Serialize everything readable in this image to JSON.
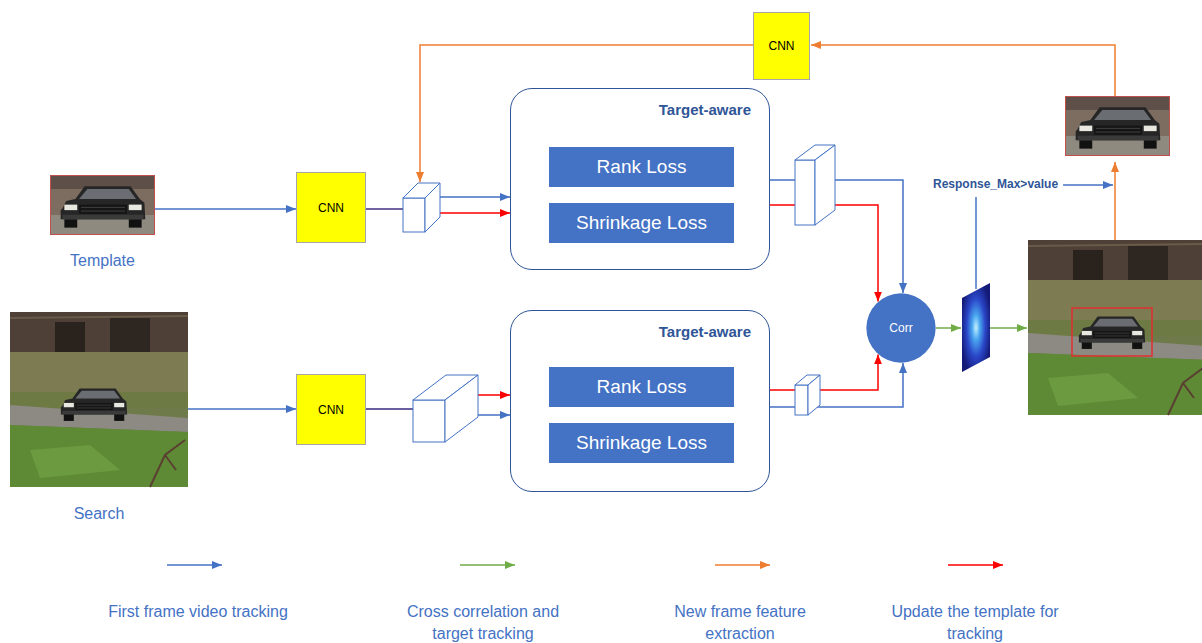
{
  "diagram": {
    "nodes": [
      {
        "text": [
          "CNN"
        ]
      },
      {
        "text": [
          "Target-aware"
        ]
      },
      {
        "text": [
          "Rank Loss"
        ],
        "in": 1
      },
      {
        "text": [
          "Shrinkage Loss"
        ],
        "in": 1
      },
      {
        "text": [
          "Template"
        ]
      },
      {
        "text": [
          "CNN"
        ]
      },
      {
        "text": [
          "Target-aware"
        ]
      },
      {
        "text": [
          "Rank Loss"
        ],
        "in": 6
      },
      {
        "text": [
          "Shrinkage Loss"
        ],
        "in": 6
      },
      {
        "text": [
          "Search"
        ]
      },
      {
        "text": [
          "CNN"
        ]
      },
      {
        "text": [
          "Corr"
        ]
      }
    ],
    "edges": [
      {
        "from": 4,
        "to": 5,
        "arrow": "to"
      },
      {
        "from": 9,
        "to": 10,
        "arrow": "to"
      },
      {
        "from": 5,
        "to": 1,
        "arrow": "to"
      },
      {
        "from": 5,
        "to": 1,
        "arrow": "to"
      },
      {
        "from": 10,
        "to": 6,
        "arrow": "to"
      },
      {
        "from": 10,
        "to": 6,
        "arrow": "to"
      },
      {
        "from": 1,
        "to": 11,
        "arrow": "to"
      },
      {
        "from": 1,
        "to": 11,
        "arrow": "to"
      },
      {
        "from": 6,
        "to": 11,
        "arrow": "to"
      },
      {
        "from": 6,
        "to": 11,
        "arrow": "to"
      }
    ],
    "labels": [
      "Response_Max>value"
    ],
    "legend": [
      {
        "text": "First frame video tracking"
      },
      {
        "text": "Cross correlation and target tracking"
      },
      {
        "text": "New frame feature extraction"
      },
      {
        "text": "Update the template for tracking"
      }
    ]
  }
}
